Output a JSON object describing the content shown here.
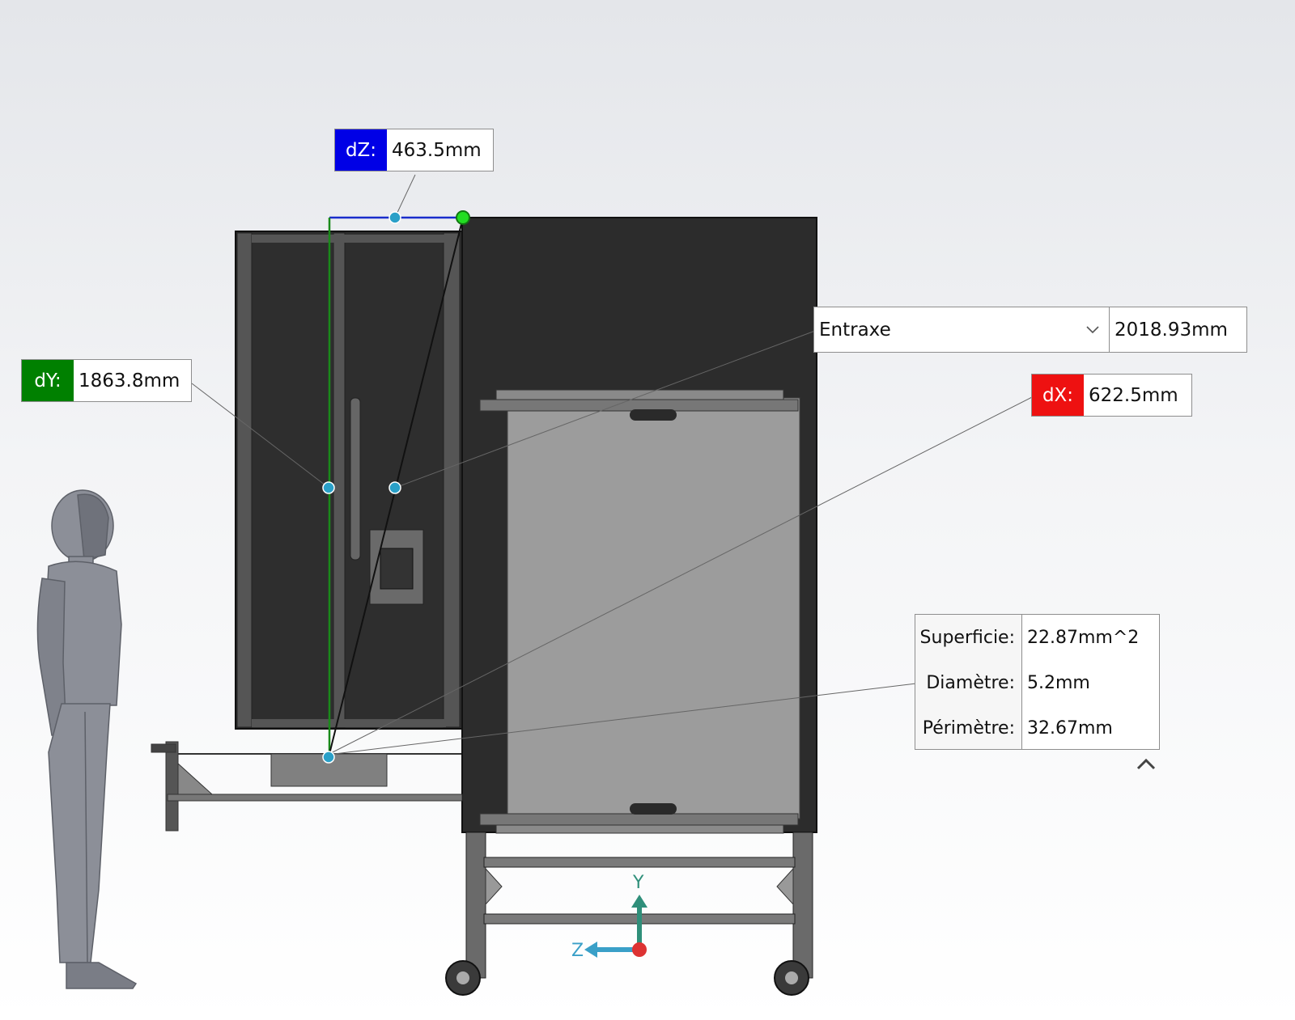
{
  "measure": {
    "dz": {
      "label": "dZ:",
      "value": "463.5mm",
      "color": "#0000e6"
    },
    "dy": {
      "label": "dY:",
      "value": "1863.8mm",
      "color": "#008000"
    },
    "dx": {
      "label": "dX:",
      "value": "622.5mm",
      "color": "#ee1111"
    },
    "distance": {
      "mode": "Entraxe",
      "value": "2018.93mm"
    },
    "properties": [
      {
        "label": "Superficie:",
        "value": "22.87mm^2"
      },
      {
        "label": "Diamètre:",
        "value": "5.2mm"
      },
      {
        "label": "Périmètre:",
        "value": "32.67mm"
      }
    ]
  },
  "triad": {
    "y_label": "Y",
    "z_label": "Z",
    "y_color": "#2f8f7a",
    "z_color": "#3aa0c8",
    "x_color": "#d33"
  },
  "icons": [
    "chevron-down-icon",
    "chevron-up-icon"
  ]
}
